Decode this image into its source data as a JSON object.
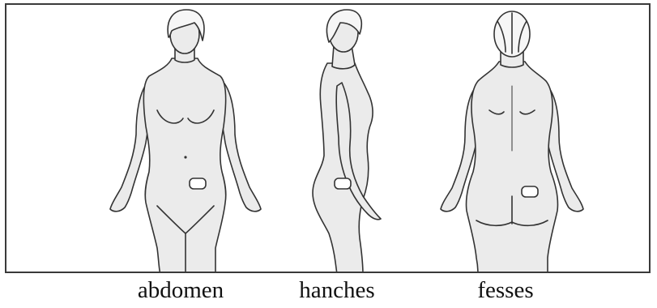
{
  "labels": {
    "front": "abdomen",
    "side": "hanches",
    "back": "fesses"
  },
  "colors": {
    "skin": "#ebebeb",
    "outline": "#333333",
    "hair": "#f6f6f6",
    "site_marker": "#ffffff"
  }
}
